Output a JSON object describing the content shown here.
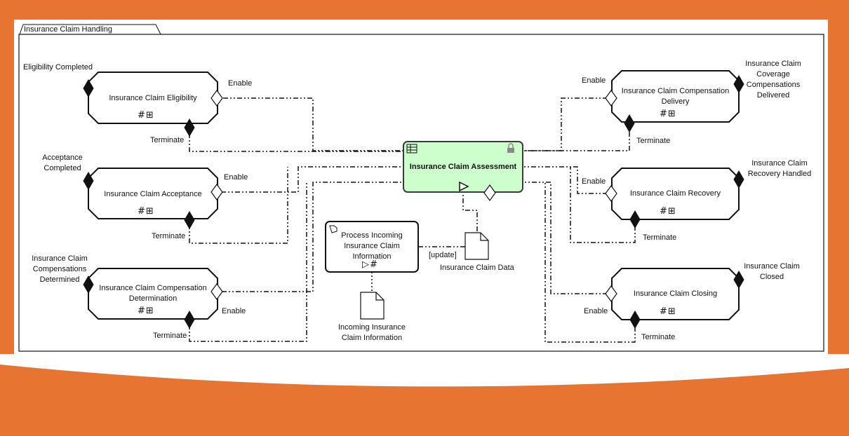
{
  "plan": {
    "title": "Insurance Claim Handling"
  },
  "stages": {
    "eligibility": "Insurance Claim Eligibility",
    "acceptance": "Insurance Claim Acceptance",
    "determination_l1": "Insurance Claim Compensation",
    "determination_l2": "Determination",
    "delivery_l1": "Insurance Claim Compensation",
    "delivery_l2": "Delivery",
    "recovery": "Insurance Claim Recovery",
    "closing": "Insurance Claim Closing"
  },
  "assessment": {
    "title": "Insurance Claim Assessment"
  },
  "process_task": {
    "line1": "Process Incoming",
    "line2": "Insurance Claim",
    "line3": "Information"
  },
  "documents": {
    "data": "Insurance Claim Data",
    "incoming_l1": "Incoming Insurance",
    "incoming_l2": "Claim Information"
  },
  "milestones": {
    "eligibility": "Eligibility Completed",
    "acceptance_l1": "Acceptance",
    "acceptance_l2": "Completed",
    "determined_l1": "Insurance Claim",
    "determined_l2": "Compensations",
    "determined_l3": "Determined",
    "delivered_l1": "Insurance Claim",
    "delivered_l2": "Coverage",
    "delivered_l3": "Compensations",
    "delivered_l4": "Delivered",
    "recovery_l1": "Insurance Claim",
    "recovery_l2": "Recovery Handled",
    "closed_l1": "Insurance Claim",
    "closed_l2": "Closed"
  },
  "connector_labels": {
    "enable": "Enable",
    "terminate": "Terminate",
    "update": "[update]"
  },
  "markers": {
    "planning_expand": "#⊞",
    "trigger_planning": "▷#"
  },
  "colors": {
    "frame": "#e87432",
    "task_fill": "#ccffcc",
    "task_border": "#3a3a3a"
  }
}
